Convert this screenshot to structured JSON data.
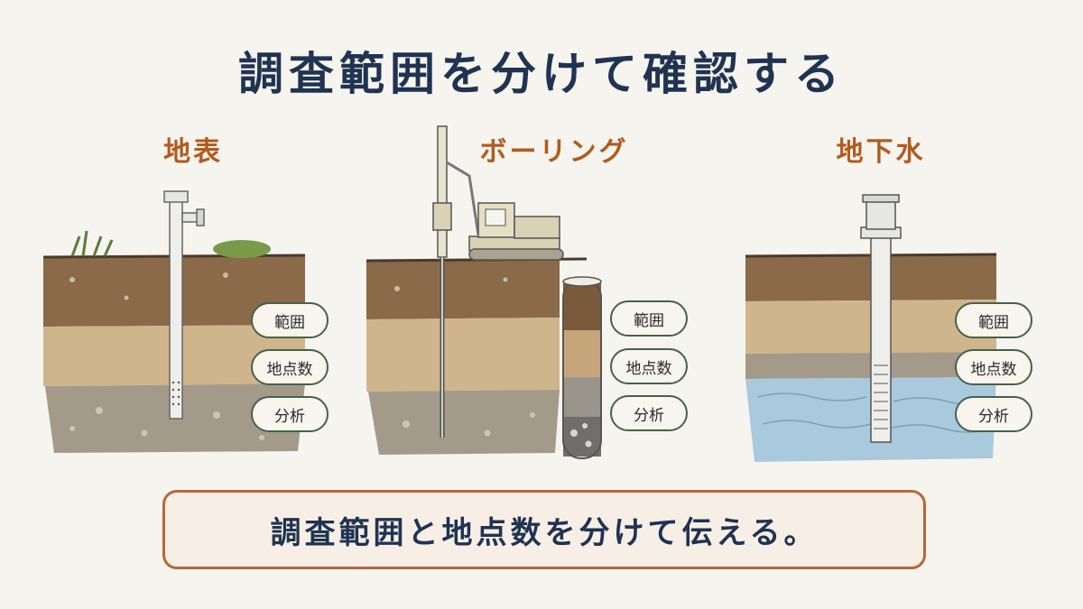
{
  "title": "調査範囲を分けて確認する",
  "panels": [
    {
      "title": "地表",
      "labels": [
        "範囲",
        "地点数",
        "分析"
      ]
    },
    {
      "title": "ボーリング",
      "labels": [
        "範囲",
        "地点数",
        "分析"
      ]
    },
    {
      "title": "地下水",
      "labels": [
        "範囲",
        "地点数",
        "分析"
      ]
    }
  ],
  "footer": "調査範囲と地点数を分けて伝える。",
  "colors": {
    "title": "#1f3352",
    "panel_title": "#b25a1f",
    "pill_border": "#46624a",
    "footer_border": "#b9663a"
  },
  "icons": [
    "soil-sampler-icon",
    "drilling-rig-icon",
    "core-sample-icon",
    "groundwater-well-icon"
  ]
}
